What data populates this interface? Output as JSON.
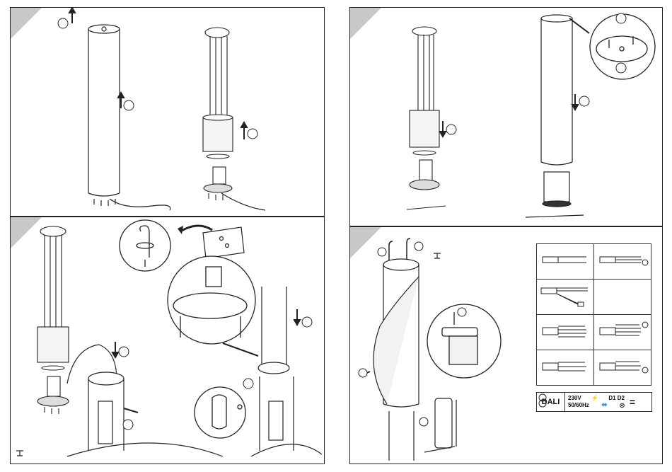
{
  "dali_table": {
    "label": "DALI",
    "voltage": "230V",
    "frequency": "50/60Hz",
    "terminals": "D1 D2",
    "equals": "="
  },
  "colors": {
    "border": "#222222",
    "step_triangle": "#c8c8c8",
    "arrow_blue": "#4a90d9"
  },
  "icons": [
    "circular-saw-step-icon",
    "insulated-glove-icon",
    "allen-key-icon",
    "earth-ground-icon",
    "transformer-symbol-icon",
    "lightning-icon"
  ]
}
